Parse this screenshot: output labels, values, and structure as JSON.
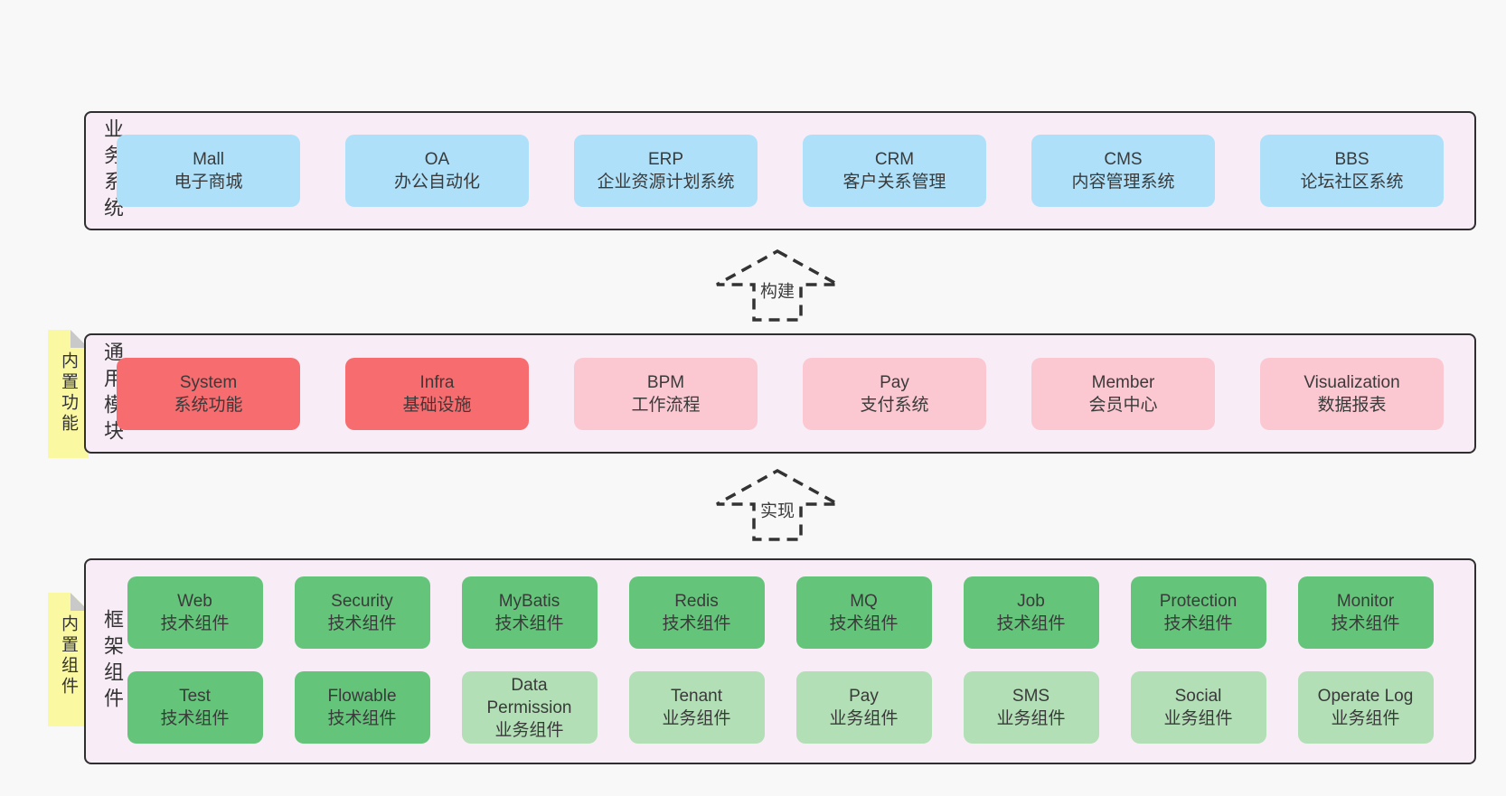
{
  "colors": {
    "page_bg": "#f8f8f8",
    "panel_bg": "#f8edf6",
    "panel_border": "#2f2f2f",
    "blue_box": "#aee0f9",
    "red_box": "#f76c6f",
    "pink_box": "#fbc8d2",
    "green_box": "#64c57a",
    "light_green_box": "#b2dfb5",
    "sticky_note": "#fbf8a2",
    "sticky_fold": "#c9c9c9",
    "arrow_stroke": "#333333",
    "text": "#3a3a3a"
  },
  "sections": {
    "business": {
      "label": "业务系统",
      "boxes": [
        {
          "en": "Mall",
          "zh": "电子商城"
        },
        {
          "en": "OA",
          "zh": "办公自动化"
        },
        {
          "en": "ERP",
          "zh": "企业资源计划系统"
        },
        {
          "en": "CRM",
          "zh": "客户关系管理"
        },
        {
          "en": "CMS",
          "zh": "内容管理系统"
        },
        {
          "en": "BBS",
          "zh": "论坛社区系统"
        }
      ]
    },
    "arrow_build": {
      "label": "构建"
    },
    "modules": {
      "label": "通用模块",
      "tab": "内置功能",
      "boxes": [
        {
          "en": "System",
          "zh": "系统功能"
        },
        {
          "en": "Infra",
          "zh": "基础设施"
        },
        {
          "en": "BPM",
          "zh": "工作流程"
        },
        {
          "en": "Pay",
          "zh": "支付系统"
        },
        {
          "en": "Member",
          "zh": "会员中心"
        },
        {
          "en": "Visualization",
          "zh": "数据报表"
        }
      ]
    },
    "arrow_implement": {
      "label": "实现"
    },
    "framework": {
      "label": "框架组件",
      "tab": "内置组件",
      "row1": [
        {
          "en": "Web",
          "zh": "技术组件"
        },
        {
          "en": "Security",
          "zh": "技术组件"
        },
        {
          "en": "MyBatis",
          "zh": "技术组件"
        },
        {
          "en": "Redis",
          "zh": "技术组件"
        },
        {
          "en": "MQ",
          "zh": "技术组件"
        },
        {
          "en": "Job",
          "zh": "技术组件"
        },
        {
          "en": "Protection",
          "zh": "技术组件"
        },
        {
          "en": "Monitor",
          "zh": "技术组件"
        }
      ],
      "row2": [
        {
          "en": "Test",
          "zh": "技术组件"
        },
        {
          "en": "Flowable",
          "zh": "技术组件"
        },
        {
          "en": "Data Permission",
          "zh": "业务组件"
        },
        {
          "en": "Tenant",
          "zh": "业务组件"
        },
        {
          "en": "Pay",
          "zh": "业务组件"
        },
        {
          "en": "SMS",
          "zh": "业务组件"
        },
        {
          "en": "Social",
          "zh": "业务组件"
        },
        {
          "en": "Operate Log",
          "zh": "业务组件"
        }
      ]
    }
  }
}
